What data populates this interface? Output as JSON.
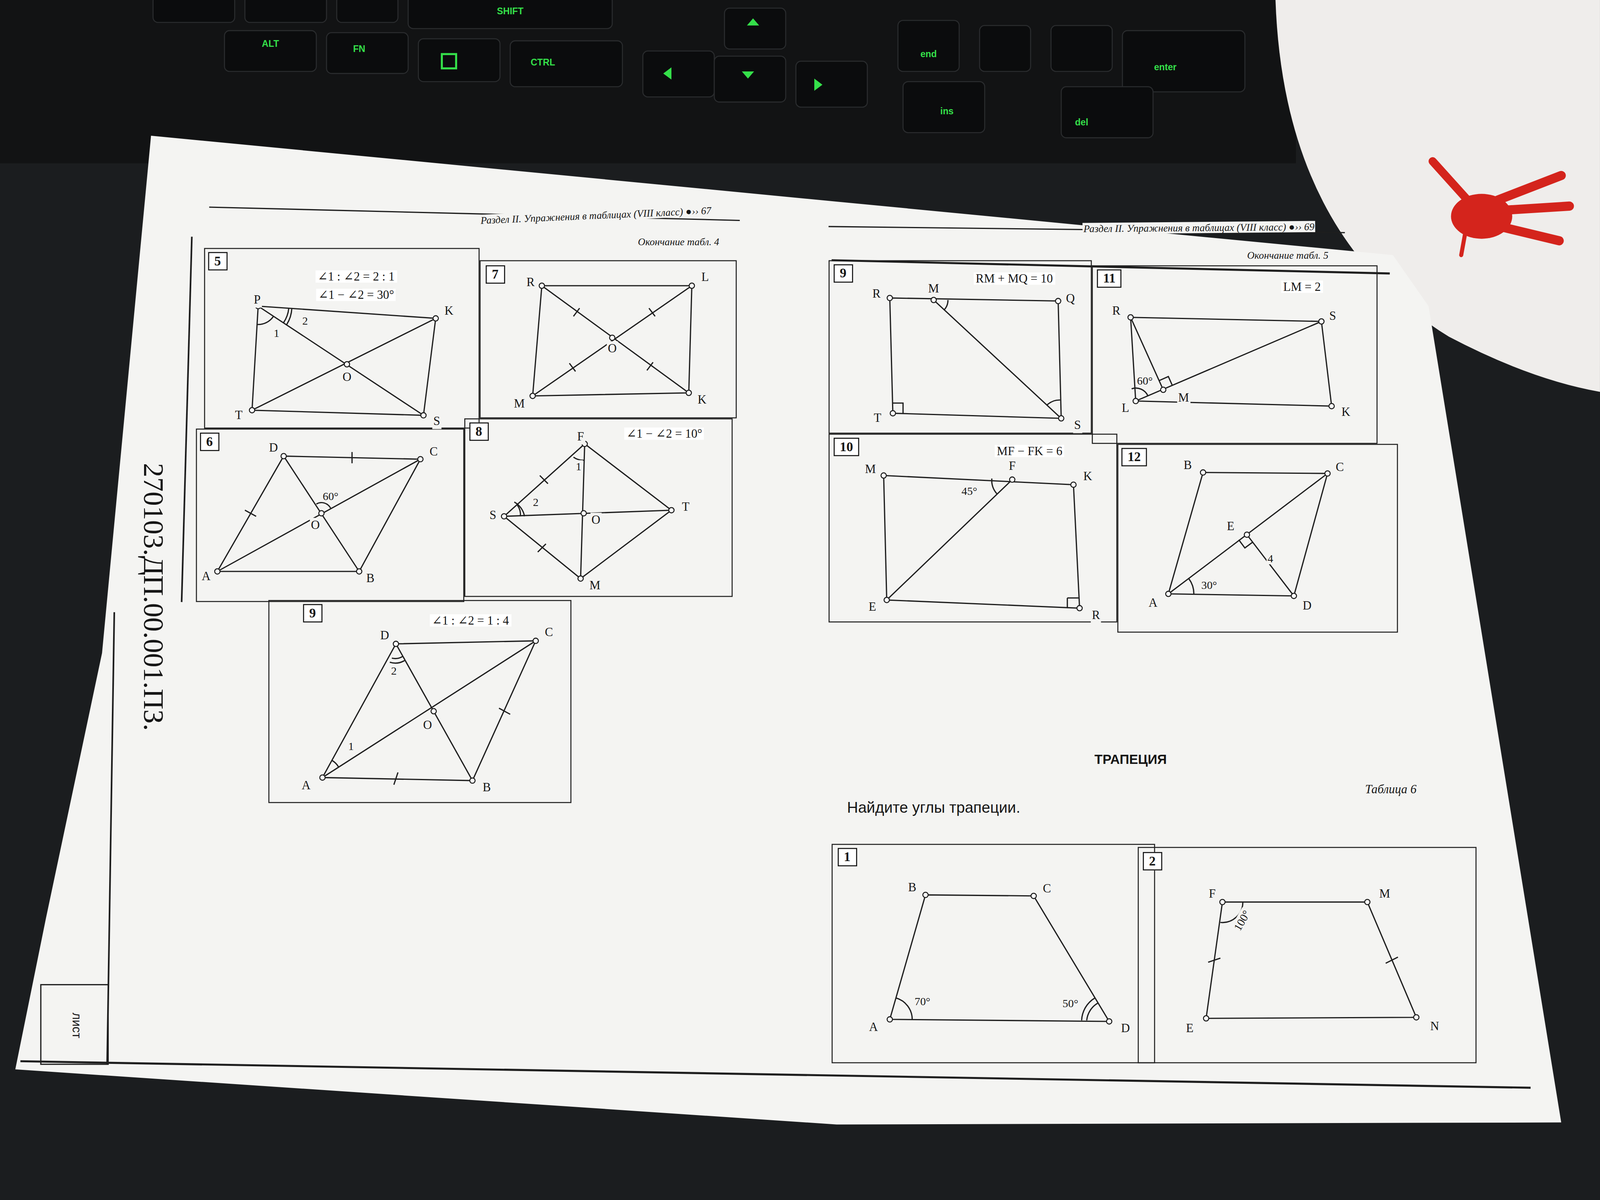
{
  "diagram": {
    "nodes": [
      {
        "text": [
          "5",
          "∠1 : ∠2 = 2 : 1",
          "∠1 − ∠2 = 30°"
        ]
      },
      {
        "text": [
          "7"
        ]
      },
      {
        "text": [
          "6"
        ]
      },
      {
        "text": [
          "8",
          "∠1 − ∠2 = 10°"
        ]
      },
      {
        "text": [
          "9",
          "∠1 : ∠2 = 1 : 4"
        ]
      },
      {
        "text": [
          "9",
          "RM + MQ = 10"
        ]
      },
      {
        "text": [
          "11",
          "LM = 2"
        ]
      },
      {
        "text": [
          "10",
          "MF − FK = 6"
        ]
      },
      {
        "text": [
          "12"
        ]
      },
      {
        "text": [
          "1"
        ]
      },
      {
        "text": [
          "2"
        ]
      }
    ],
    "labels": [
      "Раздел II. Упражнения в таблицах (VIII класс) ●›› 67",
      "Окончание табл. 4",
      "Раздел II. Упражнения в таблицах (VIII класс) ●›› 69",
      "Окончание табл. 5",
      "P",
      "K",
      "S",
      "T",
      "O",
      "1",
      "2",
      "R",
      "L",
      "K",
      "M",
      "O",
      "D",
      "C",
      "B",
      "A",
      "O",
      "60°",
      "F",
      "T",
      "M",
      "S",
      "O",
      "1",
      "2",
      "D",
      "C",
      "B",
      "A",
      "O",
      "1",
      "2",
      "270103.ДП.00.001.ПЗ.",
      "лист",
      "R",
      "M",
      "Q",
      "S",
      "T",
      "R",
      "S",
      "K",
      "L",
      "M",
      "60°",
      "M",
      "F",
      "K",
      "R",
      "E",
      "45°",
      "B",
      "C",
      "D",
      "A",
      "E",
      "4",
      "30°",
      "ТРАПЕЦИЯ",
      "Таблица 6",
      "Найдите углы трапеции.",
      "B",
      "C",
      "D",
      "A",
      "70°",
      "50°",
      "F",
      "M",
      "N",
      "E",
      "100°",
      "SHIFT",
      "ALT",
      "FN",
      "CTRL",
      "enter",
      "end",
      "ins",
      "del"
    ]
  }
}
